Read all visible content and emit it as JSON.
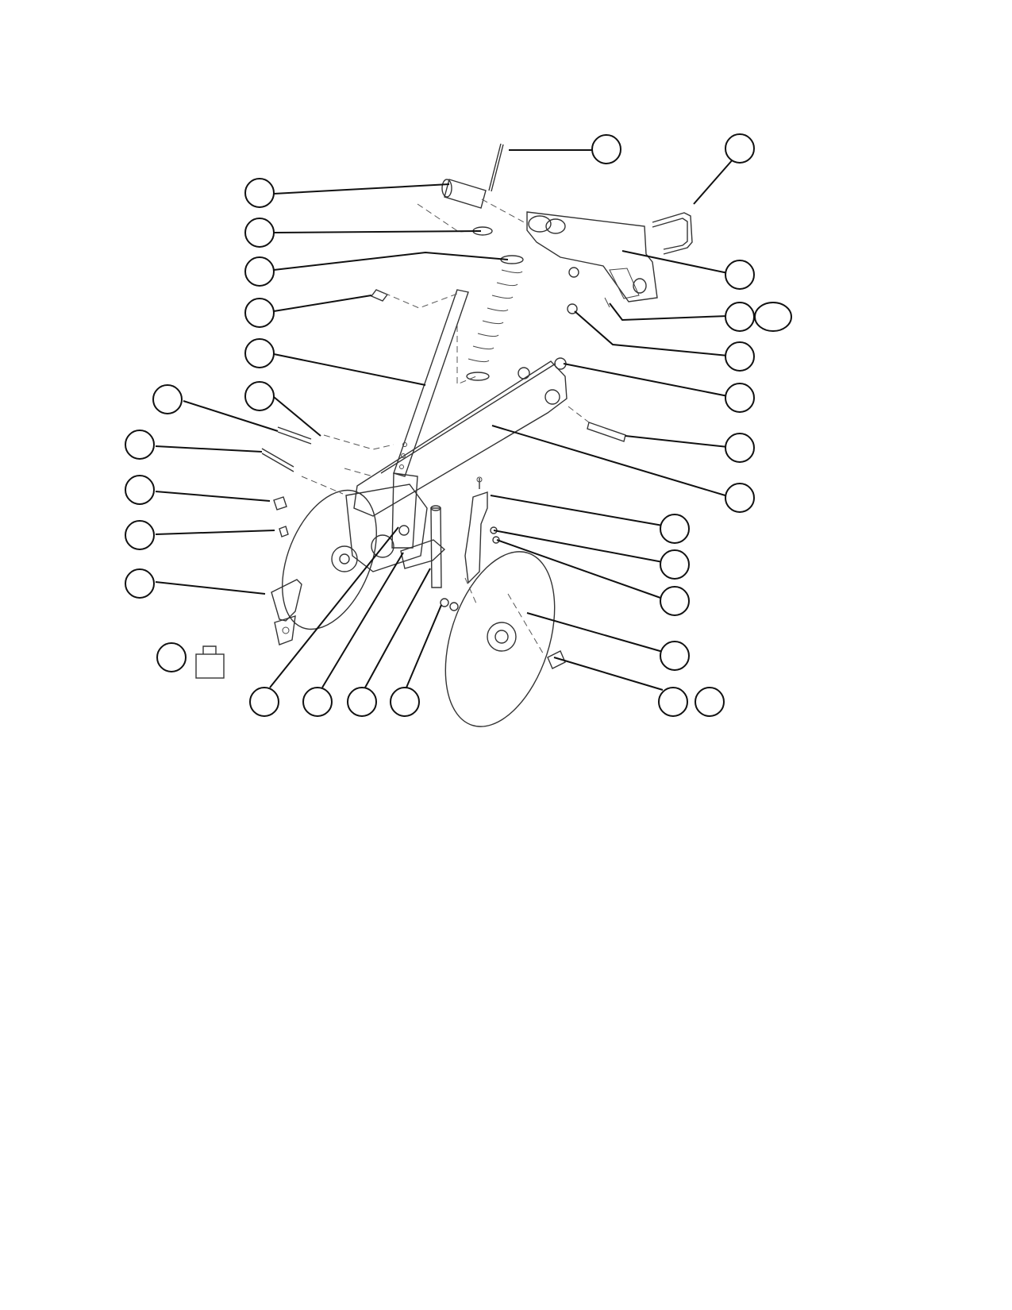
{
  "diagram": {
    "callouts": [
      {
        "id": "c1",
        "label": ""
      },
      {
        "id": "c2",
        "label": ""
      },
      {
        "id": "c3",
        "label": ""
      },
      {
        "id": "c4",
        "label": ""
      },
      {
        "id": "c5",
        "label": ""
      },
      {
        "id": "c6",
        "label": ""
      },
      {
        "id": "c7",
        "label": ""
      },
      {
        "id": "c8",
        "label": ""
      },
      {
        "id": "c9",
        "label": ""
      },
      {
        "id": "c10",
        "label": ""
      },
      {
        "id": "c11",
        "label": ""
      },
      {
        "id": "c12",
        "label": ""
      },
      {
        "id": "c13",
        "label": ""
      },
      {
        "id": "c14",
        "label": ""
      },
      {
        "id": "c15",
        "label": ""
      },
      {
        "id": "c16",
        "label": ""
      },
      {
        "id": "c17",
        "label": ""
      },
      {
        "id": "c18",
        "label": ""
      },
      {
        "id": "c19",
        "label": ""
      },
      {
        "id": "c20",
        "label": ""
      },
      {
        "id": "c21",
        "label": ""
      },
      {
        "id": "c22",
        "label": ""
      },
      {
        "id": "c23",
        "label": ""
      },
      {
        "id": "c24",
        "label": ""
      },
      {
        "id": "c25",
        "label": ""
      },
      {
        "id": "c26",
        "label": ""
      },
      {
        "id": "c27",
        "label": ""
      },
      {
        "id": "c28",
        "label": ""
      },
      {
        "id": "c29",
        "label": ""
      },
      {
        "id": "c30",
        "label": ""
      },
      {
        "id": "c31",
        "label": ""
      }
    ],
    "icons": [
      "kit-box-icon"
    ]
  }
}
